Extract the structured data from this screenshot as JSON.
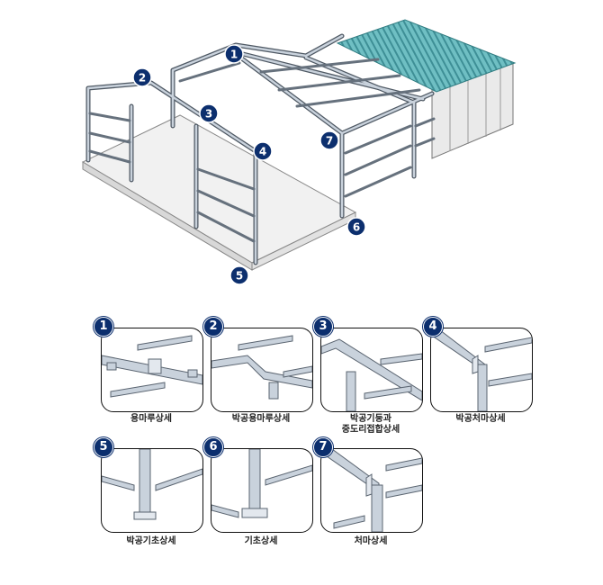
{
  "callouts": [
    "1",
    "2",
    "3",
    "4",
    "5",
    "6",
    "7"
  ],
  "details": [
    {
      "num": "1",
      "lines": [
        "용마루상세"
      ]
    },
    {
      "num": "2",
      "lines": [
        "박공용마루상세"
      ]
    },
    {
      "num": "3",
      "lines": [
        "박공기둥과",
        "중도리접합상세"
      ]
    },
    {
      "num": "4",
      "lines": [
        "박공처마상세"
      ]
    },
    {
      "num": "5",
      "lines": [
        "박공기초상세"
      ]
    },
    {
      "num": "6",
      "lines": [
        "기초상세"
      ]
    },
    {
      "num": "7",
      "lines": [
        "처마상세"
      ]
    }
  ],
  "colors": {
    "badge": "#0c2f6e",
    "roof_panel": "#5fb3b8",
    "steel": "#c9d2dc",
    "steel_dark": "#5a6470"
  }
}
